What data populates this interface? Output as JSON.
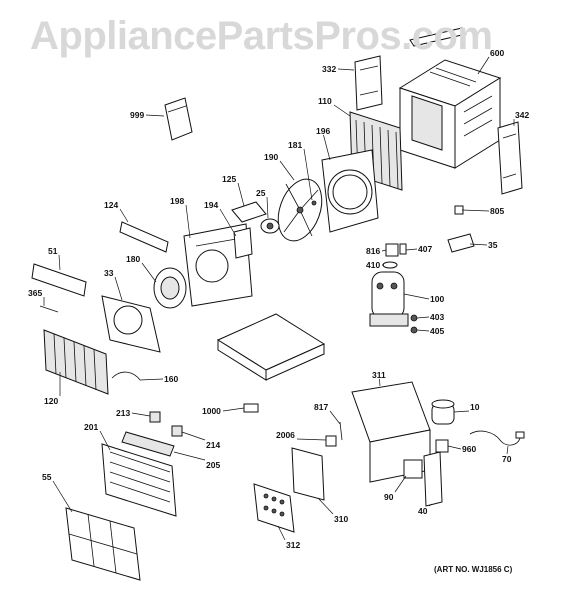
{
  "watermark": "AppliancePartsPros.com",
  "art_number": "(ART NO. WJ1856 C)",
  "callouts": [
    "999",
    "332",
    "600",
    "110",
    "342",
    "196",
    "190",
    "181",
    "125",
    "25",
    "124",
    "198",
    "194",
    "805",
    "816",
    "407",
    "35",
    "410",
    "51",
    "180",
    "33",
    "365",
    "100",
    "403",
    "405",
    "160",
    "120",
    "311",
    "10",
    "1000",
    "817",
    "213",
    "214",
    "2006",
    "960",
    "201",
    "205",
    "70",
    "55",
    "90",
    "40",
    "310",
    "312"
  ]
}
